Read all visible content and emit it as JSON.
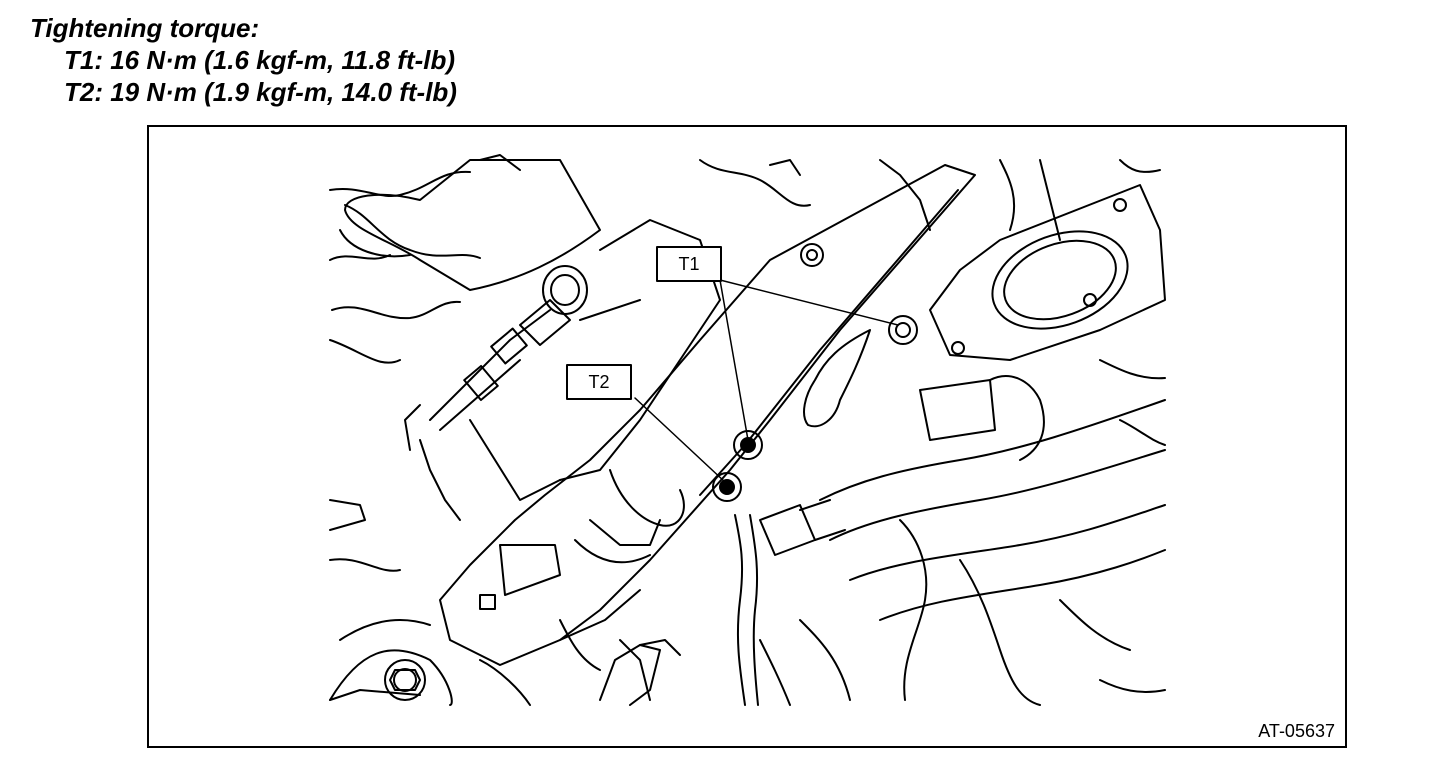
{
  "spec": {
    "heading": "Tightening torque:",
    "lines": [
      "T1: 16 N·m (1.6 kgf-m, 11.8 ft-lb)",
      "T2: 19 N·m (1.9 kgf-m, 14.0 ft-lb)"
    ]
  },
  "callouts": {
    "t1": "T1",
    "t2": "T2"
  },
  "figure_id": "AT-05637"
}
